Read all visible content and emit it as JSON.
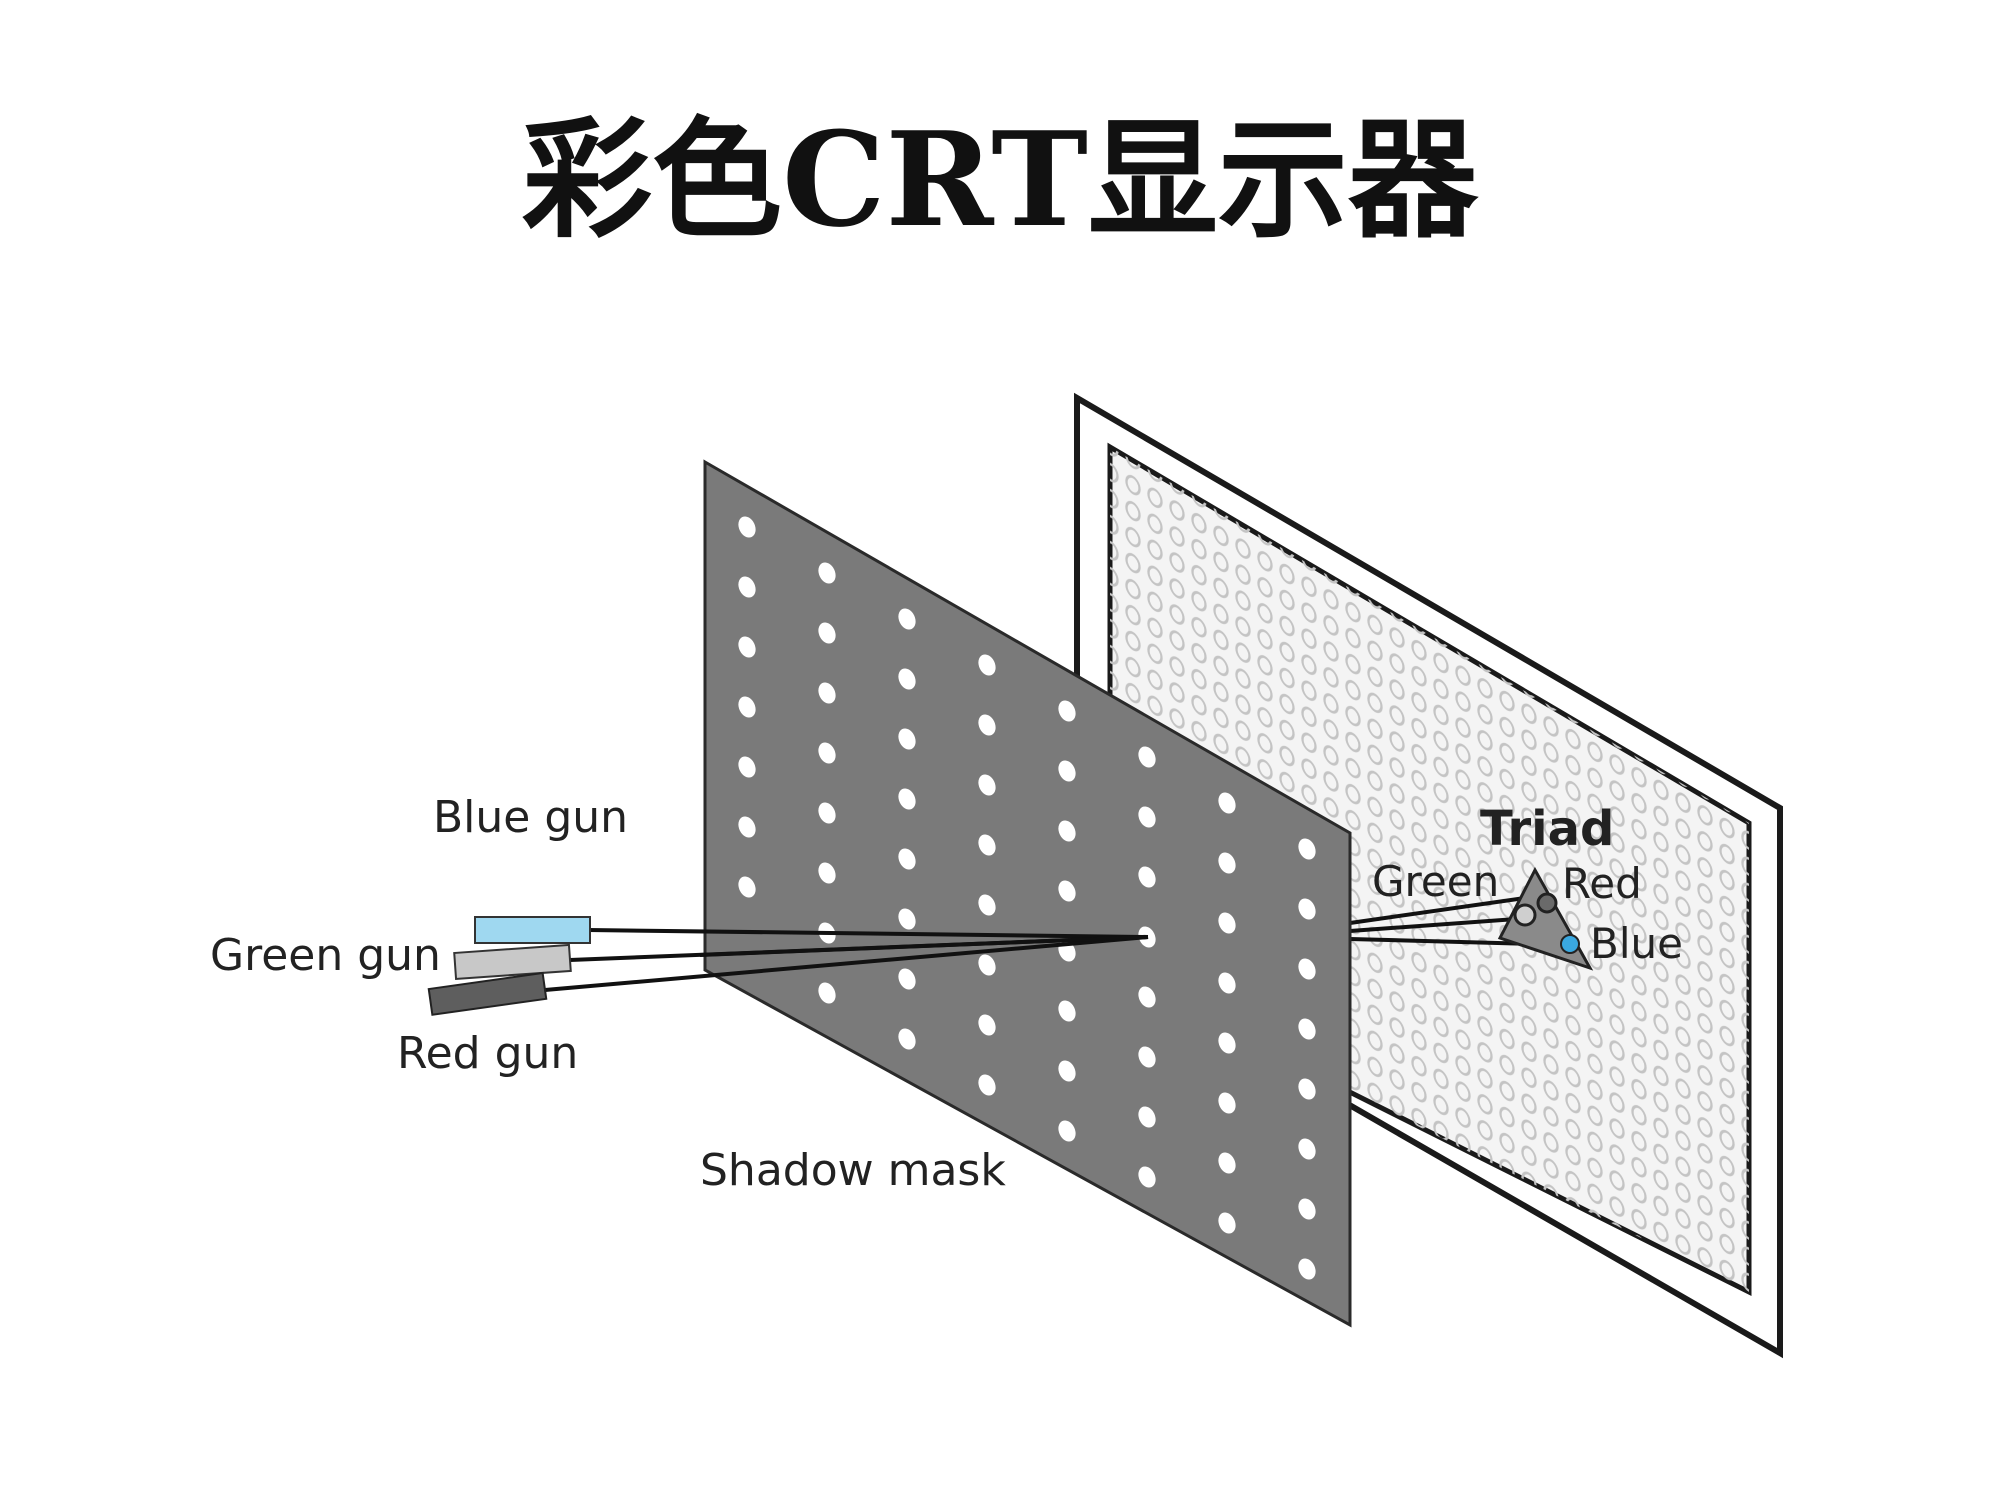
{
  "title": "彩色CRT显示器",
  "labels": {
    "blue_gun": "Blue gun",
    "green_gun": "Green gun",
    "red_gun": "Red gun",
    "shadow_mask": "Shadow mask",
    "triad": "Triad",
    "triad_green": "Green",
    "triad_red": "Red",
    "triad_blue": "Blue"
  },
  "colors": {
    "mask_fill": "#7a7a7a",
    "blue_gun": "#9fd8f0",
    "green_gun": "#c8c8c8",
    "red_gun": "#5e5e5e",
    "triad_blue_dot": "#3aa8e0",
    "screen_dots": "#c4c4c4"
  }
}
